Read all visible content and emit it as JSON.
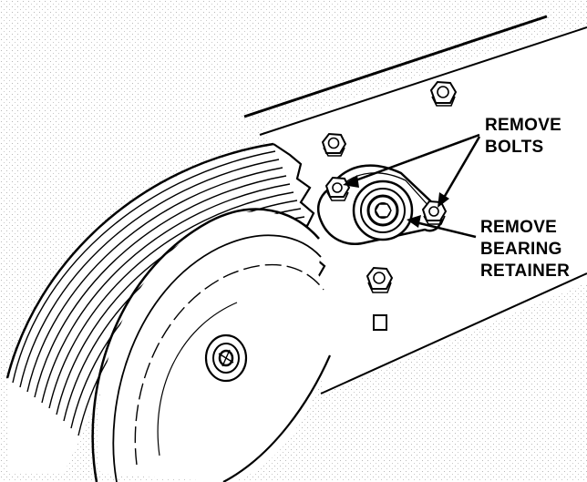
{
  "callouts": {
    "remove_bolts": {
      "line1": "REMOVE",
      "line2": "BOLTS"
    },
    "remove_bearing_retainer": {
      "line1": "REMOVE",
      "line2": "BEARING",
      "line3": "RETAINER"
    }
  }
}
